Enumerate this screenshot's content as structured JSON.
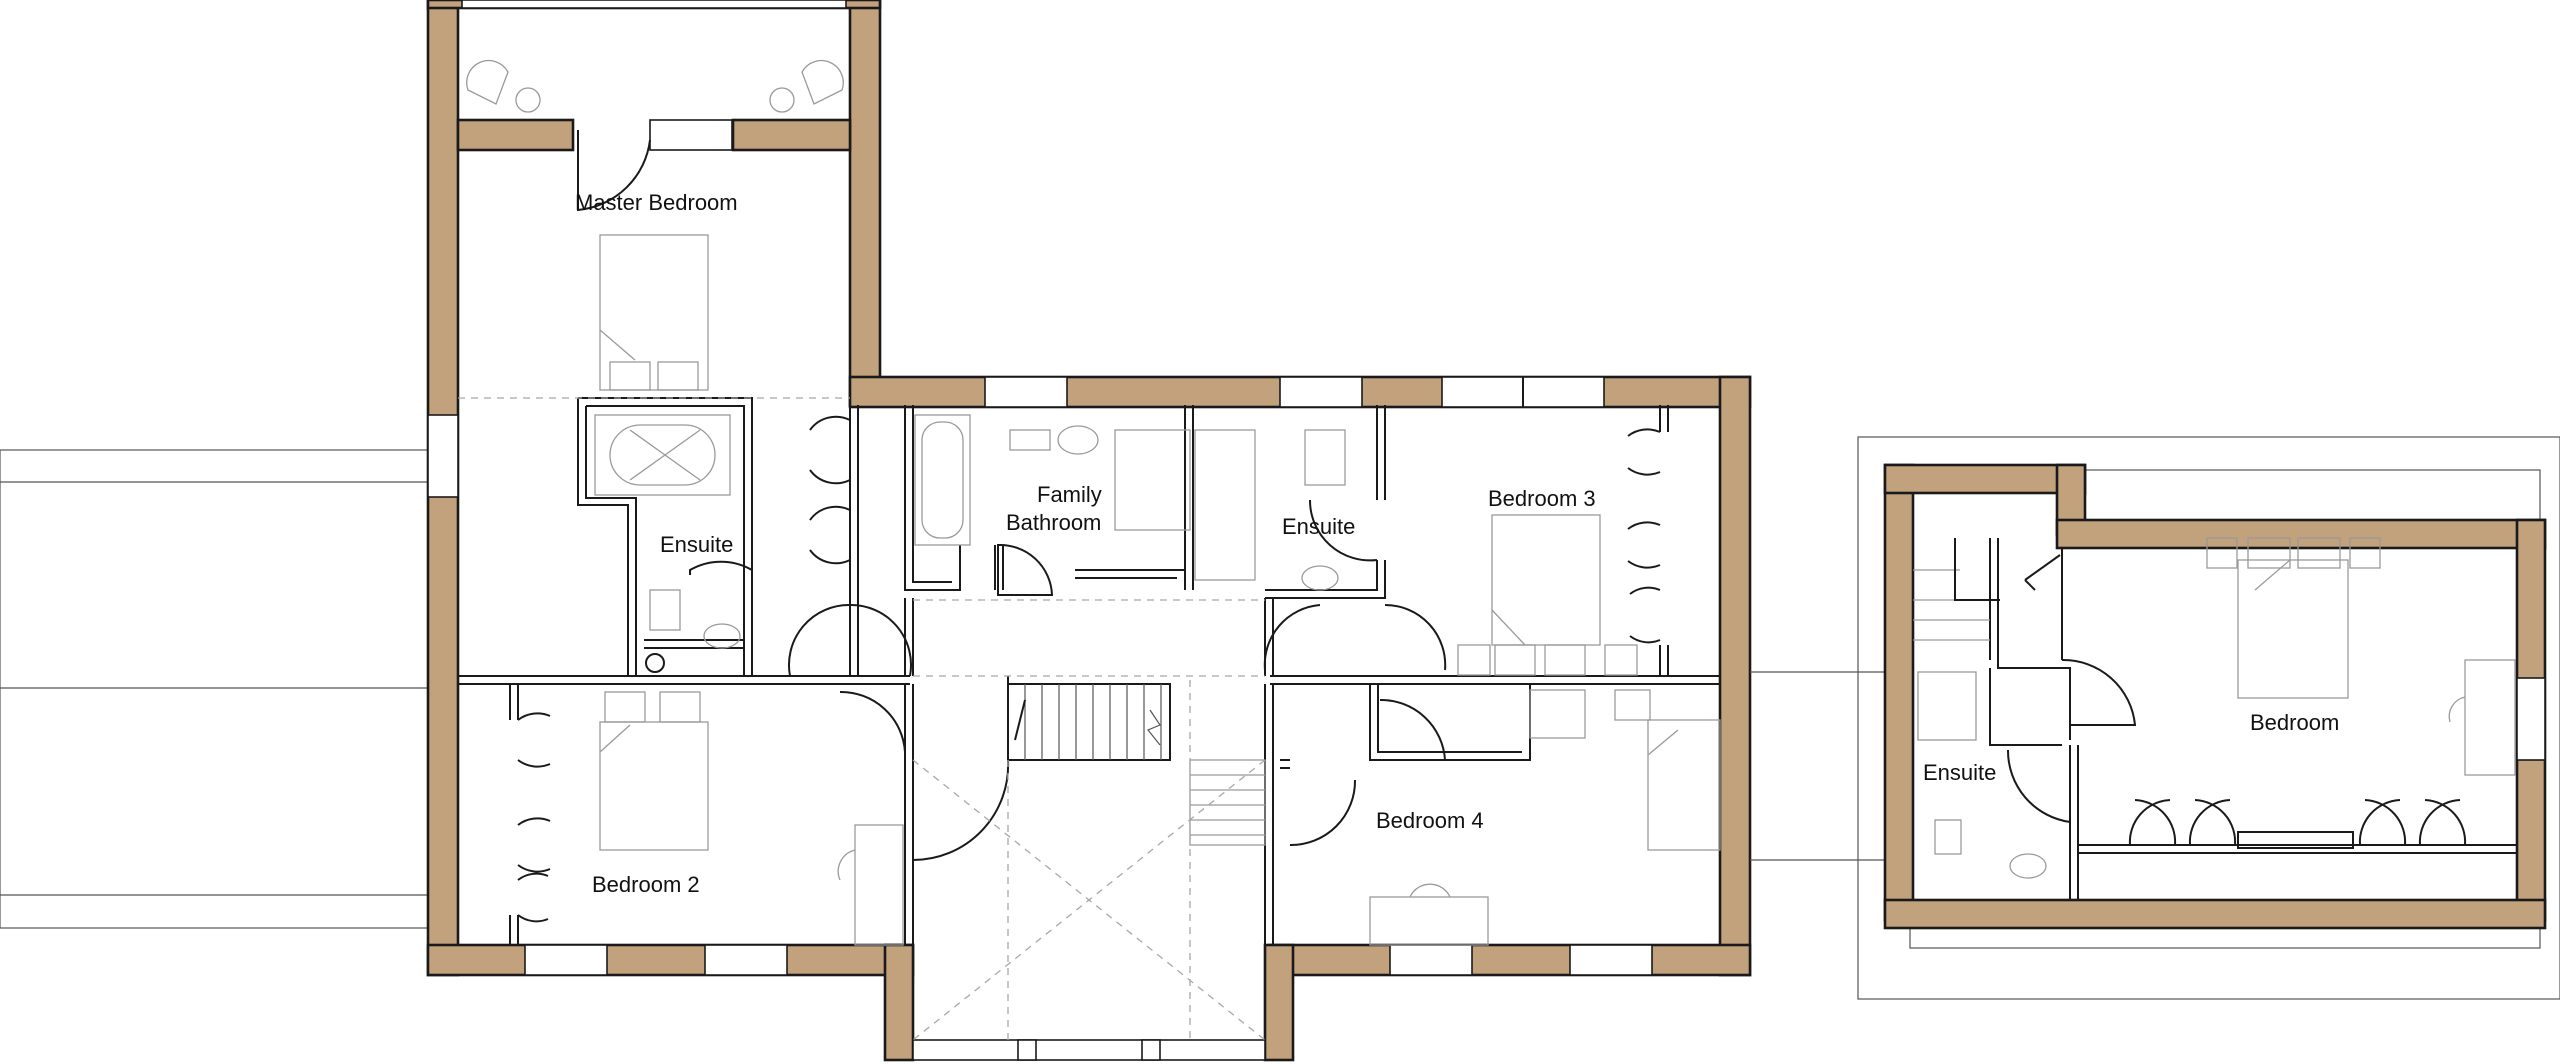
{
  "colors": {
    "wall_fill": "#c2a27c",
    "line": "#1a1a1a",
    "furniture": "#9a9a9a"
  },
  "main_house": {
    "rooms": {
      "master_bedroom": "Master Bedroom",
      "ensuite_master": "Ensuite",
      "family_bathroom_line1": "Family",
      "family_bathroom_line2": "Bathroom",
      "ensuite_bed3": "Ensuite",
      "bedroom_3": "Bedroom 3",
      "bedroom_2": "Bedroom 2",
      "bedroom_4": "Bedroom 4"
    }
  },
  "annex": {
    "rooms": {
      "bedroom": "Bedroom",
      "ensuite": "Ensuite"
    }
  }
}
